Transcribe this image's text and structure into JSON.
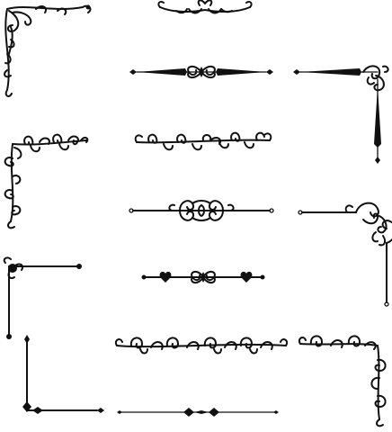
{
  "sheet": {
    "ink": "#111111",
    "background": "#ffffff",
    "pieces": [
      {
        "name": "corner-scroll-top-left",
        "kind": "corner"
      },
      {
        "name": "divider-swirl-top",
        "kind": "divider"
      },
      {
        "name": "divider-diamond-arrow",
        "kind": "divider"
      },
      {
        "name": "corner-arrow-scroll-right",
        "kind": "corner"
      },
      {
        "name": "corner-curl-vine-left",
        "kind": "corner"
      },
      {
        "name": "divider-curl-vine",
        "kind": "divider"
      },
      {
        "name": "divider-filigree-center",
        "kind": "divider"
      },
      {
        "name": "corner-filigree-right",
        "kind": "corner"
      },
      {
        "name": "corner-ball-bracket-left",
        "kind": "corner"
      },
      {
        "name": "divider-hearts",
        "kind": "divider"
      },
      {
        "name": "corner-bracket-bottom-left",
        "kind": "corner"
      },
      {
        "name": "divider-wave-scroll",
        "kind": "divider"
      },
      {
        "name": "corner-wave-scroll-right",
        "kind": "corner"
      },
      {
        "name": "divider-diamond-line-bottom",
        "kind": "divider"
      }
    ]
  }
}
